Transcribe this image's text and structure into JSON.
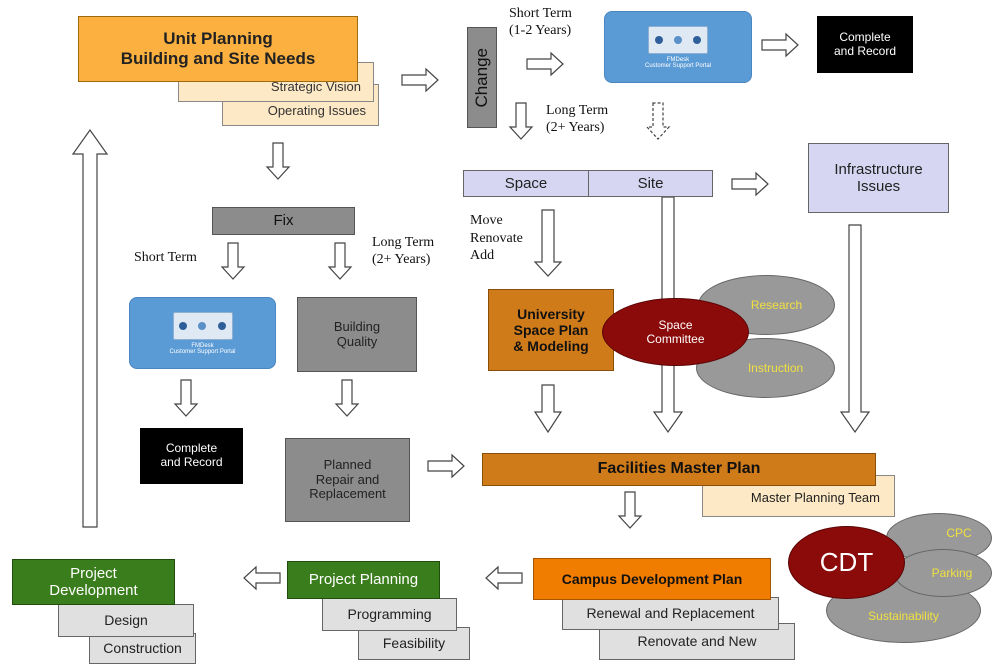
{
  "unit_planning": {
    "title_line1": "Unit Planning",
    "title_line2": "Building and Site Needs",
    "strategic_vision": "Strategic Vision",
    "operating_issues": "Operating Issues"
  },
  "change": "Change",
  "short_term_top": {
    "line1": "Short Term",
    "line2": "(1-2 Years)"
  },
  "long_term_top": {
    "line1": "Long Term",
    "line2": "(2+ Years)"
  },
  "portal": {
    "name": "FMDesk",
    "subtitle": "Customer Support Portal"
  },
  "complete_record": {
    "line1": "Complete",
    "line2": "and Record"
  },
  "space": "Space",
  "site": "Site",
  "infrastructure": {
    "line1": "Infrastructure",
    "line2": "Issues"
  },
  "fix": "Fix",
  "short_term_left": "Short Term",
  "long_term_left": {
    "line1": "Long Term",
    "line2": "(2+ Years)"
  },
  "move_renovate_add": {
    "line1": "Move",
    "line2": "Renovate",
    "line3": "Add"
  },
  "building_quality": {
    "line1": "Building",
    "line2": "Quality"
  },
  "university_space_plan": {
    "line1": "University",
    "line2": "Space Plan",
    "line3": "& Modeling"
  },
  "space_committee": {
    "line1": "Space",
    "line2": "Committee"
  },
  "research": "Research",
  "instruction": "Instruction",
  "planned_repair": {
    "line1": "Planned",
    "line2": "Repair and",
    "line3": "Replacement"
  },
  "facilities_master_plan": "Facilities Master Plan",
  "master_planning_team": "Master Planning Team",
  "cdt": "CDT",
  "cpc": "CPC",
  "parking": "Parking",
  "sustainability": "Sustainability",
  "campus_development_plan": "Campus Development Plan",
  "renewal_replacement": "Renewal and Replacement",
  "renovate_new": "Renovate and New",
  "project_planning": "Project Planning",
  "programming": "Programming",
  "feasibility": "Feasibility",
  "project_development": {
    "line1": "Project",
    "line2": "Development"
  },
  "design": "Design",
  "construction": "Construction",
  "colors": {
    "orange": "#fbb040",
    "dark_orange": "#d07b1a",
    "cream": "#fde9c5",
    "gray": "#8c8c8c",
    "lavender": "#d6d6f2",
    "green": "#3a7d1c",
    "maroon": "#8b0a0a",
    "blue": "#5b9bd5"
  }
}
